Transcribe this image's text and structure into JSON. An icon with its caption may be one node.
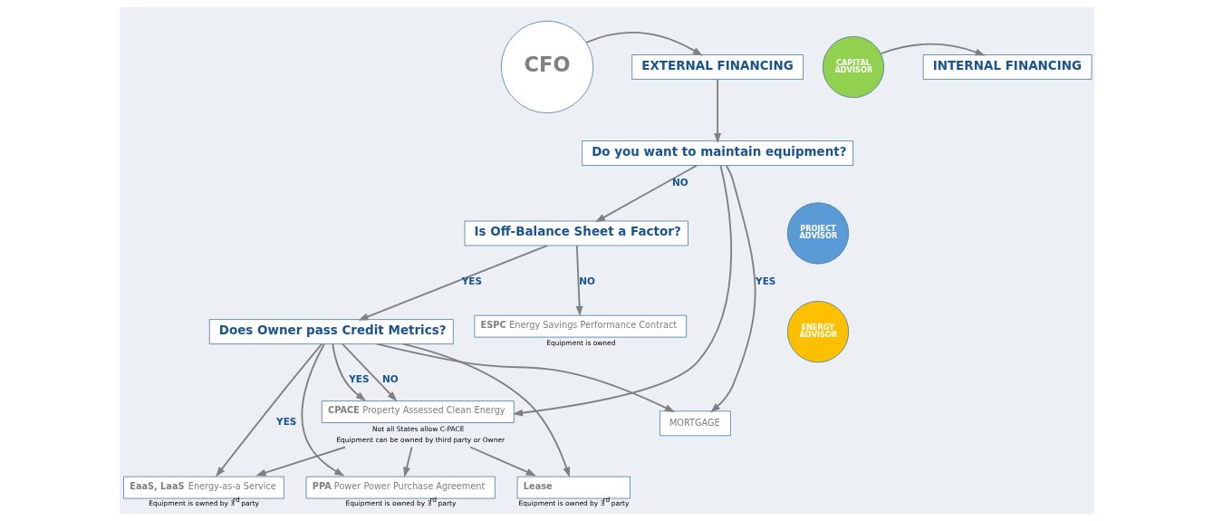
{
  "diagram": {
    "nodes": [
      {
        "text": [
          "CFO"
        ]
      },
      {
        "text": [
          "CAPITAL ADVISOR"
        ]
      },
      {
        "text": [
          "EXTERNAL FINANCING"
        ]
      },
      {
        "text": [
          "INTERNAL FINANCING"
        ]
      },
      {
        "text": [
          "Do you want to maintain equipment?"
        ]
      },
      {
        "text": [
          "PROJECT ADVISOR"
        ]
      },
      {
        "text": [
          "**ESPC** Energy Savings Performance Contract"
        ],
        "beside": [
          "Equipment is owned"
        ]
      },
      {
        "text": [
          "Is Off-Balance Sheet a Factor?"
        ]
      },
      {
        "text": [
          "**EaaS, LaaS** Energy-as-a Service"
        ],
        "beside": [
          "Equipment is owned by 3$^{rd}$ party"
        ]
      },
      {
        "text": [
          "Does Owner pass Credit Metrics?"
        ]
      },
      {
        "text": [
          "ENERGY ADVISOR"
        ]
      },
      {
        "text": [
          "**PPA** Power Power Purchase Agreement"
        ],
        "beside": [
          "Equipment is owned by 3$^{rd}$ party"
        ]
      },
      {
        "text": [
          "**Lease**"
        ],
        "beside": [
          "Equipment is owned by 3$^{rd}$ party"
        ]
      },
      {
        "text": [
          "**CPACE** Property Assessed Clean Energy"
        ],
        "beside": [
          "Not all States allow C-PACE",
          "Equipment can be owned by third party or Owner"
        ]
      },
      {
        "text": [
          "MORTGAGE"
        ]
      }
    ],
    "edges": [
      {
        "from": 0,
        "to": 2,
        "arrow": "to"
      },
      {
        "from": 1,
        "to": 3,
        "arrow": "to"
      },
      {
        "from": 2,
        "to": 4,
        "arrow": "to"
      },
      {
        "from": 4,
        "to": 7,
        "label": "NO",
        "arrow": "to"
      },
      {
        "from": 4,
        "to": 13,
        "arrow": "to"
      },
      {
        "from": 4,
        "to": 14,
        "label": "YES",
        "arrow": "to"
      },
      {
        "from": 7,
        "to": 6,
        "label": "NO",
        "arrow": "to"
      },
      {
        "from": 7,
        "to": 9,
        "label": "YES",
        "arrow": "to"
      },
      {
        "from": 9,
        "to": 8,
        "label": "YES",
        "arrow": "to"
      },
      {
        "from": 9,
        "to": 11,
        "arrow": "to"
      },
      {
        "from": 9,
        "to": 12,
        "arrow": "to"
      },
      {
        "from": 9,
        "to": 13,
        "label": "NO",
        "arrow": "to"
      },
      {
        "from": 9,
        "to": 13,
        "label": "YES",
        "arrow": "to"
      },
      {
        "from": 9,
        "to": 14,
        "arrow": "to"
      },
      {
        "from": 13,
        "to": 8,
        "arrow": "to"
      },
      {
        "from": 13,
        "to": 11,
        "arrow": "to"
      },
      {
        "from": 13,
        "to": 12,
        "arrow": "to"
      }
    ]
  }
}
